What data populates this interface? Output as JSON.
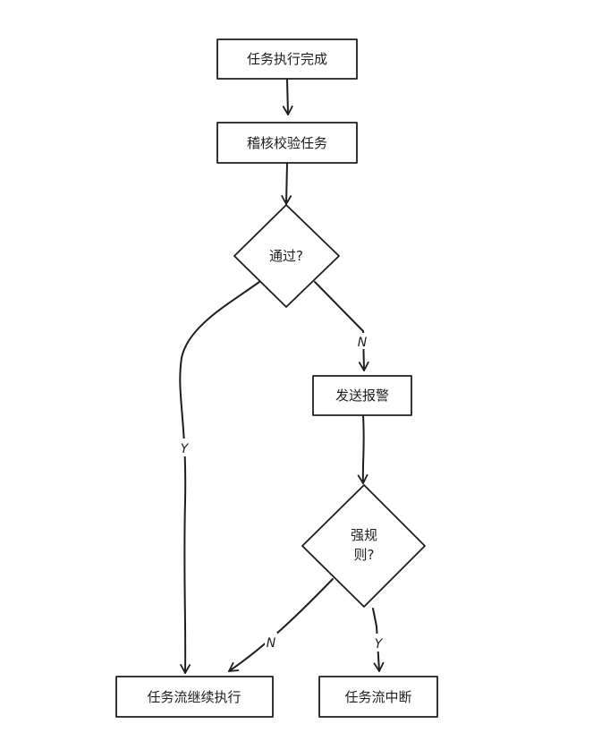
{
  "nodes": {
    "task_done": "任务执行完成",
    "audit": "稽核校验任务",
    "passed": "通过?",
    "alert": "发送报警",
    "strong_rule_line1": "强规",
    "strong_rule_line2": "则?",
    "continue": "任务流继续执行",
    "interrupt": "任务流中断"
  },
  "edges": {
    "passed_no": "N",
    "passed_yes": "Y",
    "rule_no": "N",
    "rule_yes": "Y"
  }
}
